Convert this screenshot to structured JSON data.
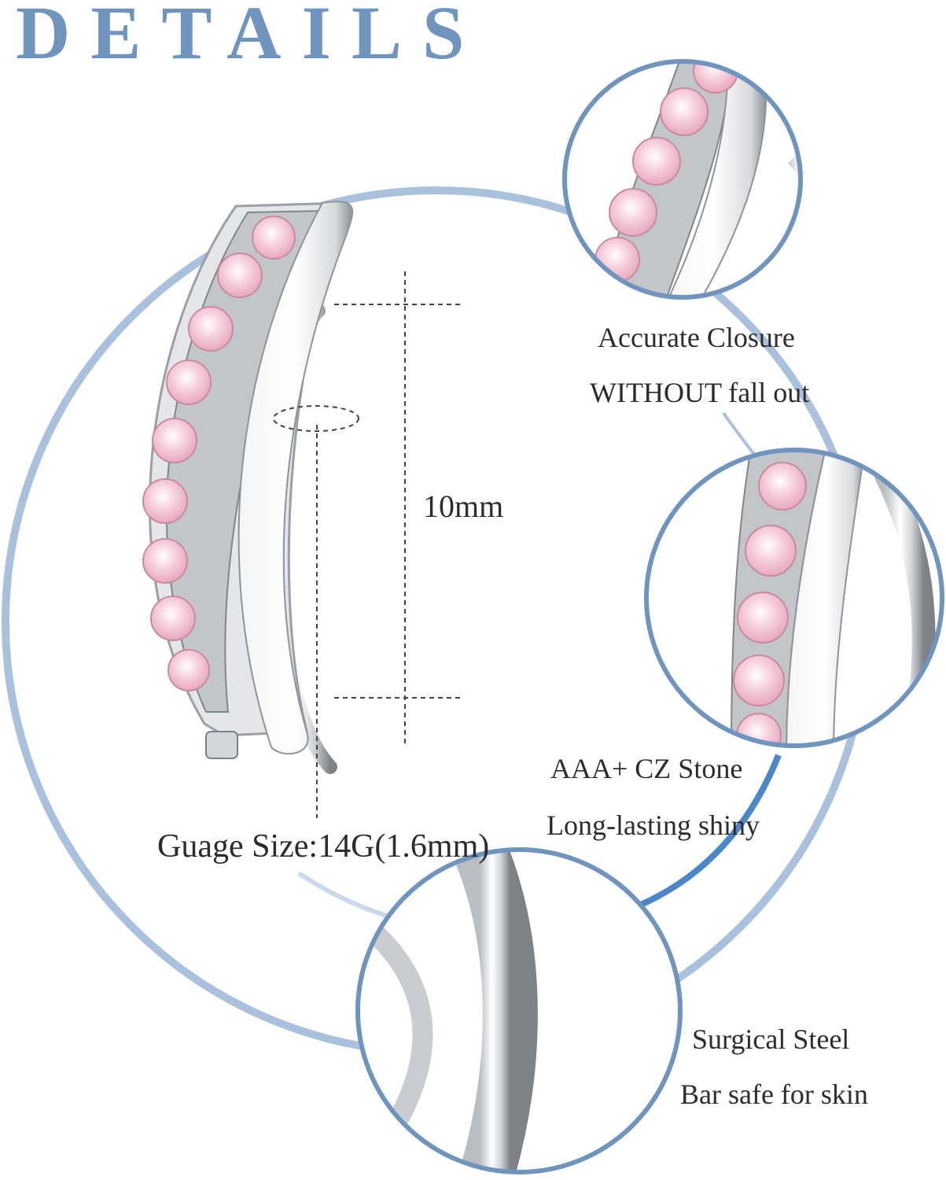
{
  "header": {
    "title": "DETAILS"
  },
  "callouts": {
    "closure_line1": "Accurate Closure",
    "closure_line2": "WITHOUT fall out",
    "length": "10mm",
    "stone_line1": "AAA+ CZ Stone",
    "stone_line2": "Long-lasting shiny",
    "gauge": "Guage Size:14G(1.6mm)",
    "steel_line1": "Surgical Steel",
    "steel_line2": "Bar safe for skin"
  },
  "colors": {
    "accent_blue": "#6f95bf",
    "ring_blue": "#a9c1dc",
    "stone_pink": "#f4c6d6",
    "metal": "#d9dde1"
  }
}
